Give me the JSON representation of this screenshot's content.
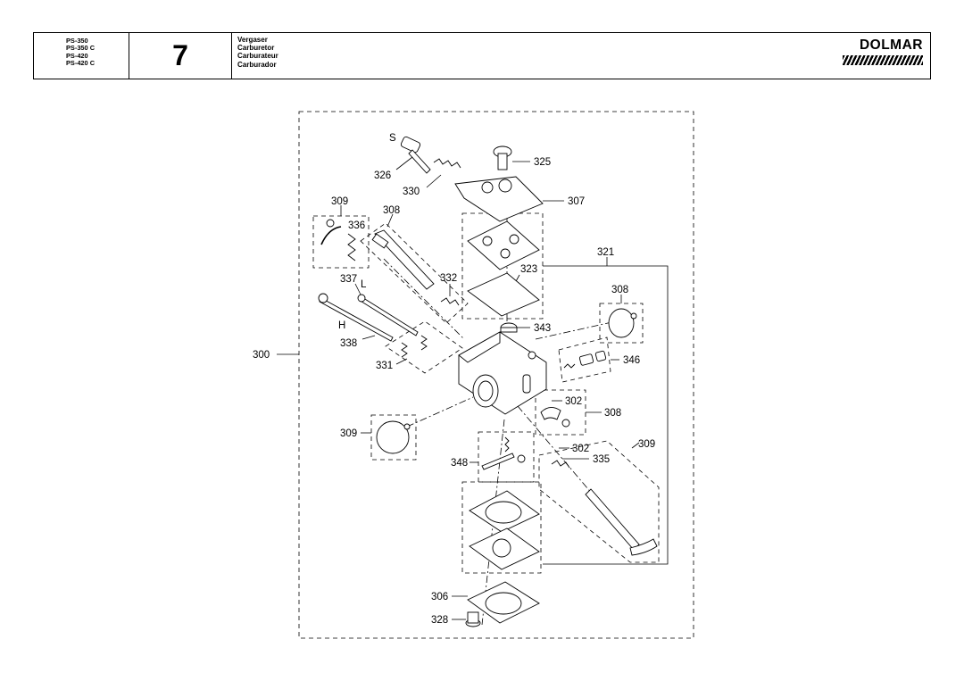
{
  "header": {
    "models": [
      "PS-350",
      "PS-350 C",
      "PS-420",
      "PS-420 C"
    ],
    "section_number": "7",
    "titles": [
      "Vergaser",
      "Carburetor",
      "Carburateur",
      "Carburador"
    ],
    "brand": "DOLMAR"
  },
  "labels": {
    "S": "S",
    "L": "L",
    "H": "H",
    "p300": "300",
    "p302a": "302",
    "p302b": "302",
    "p306": "306",
    "p307": "307",
    "p308a": "308",
    "p308b": "308",
    "p308c": "308",
    "p309a": "309",
    "p309b": "309",
    "p309c": "309",
    "p321": "321",
    "p323": "323",
    "p325": "325",
    "p326": "326",
    "p328": "328",
    "p330": "330",
    "p331": "331",
    "p332": "332",
    "p335": "335",
    "p336": "336",
    "p337": "337",
    "p338": "338",
    "p343": "343",
    "p346": "346",
    "p348": "348"
  }
}
